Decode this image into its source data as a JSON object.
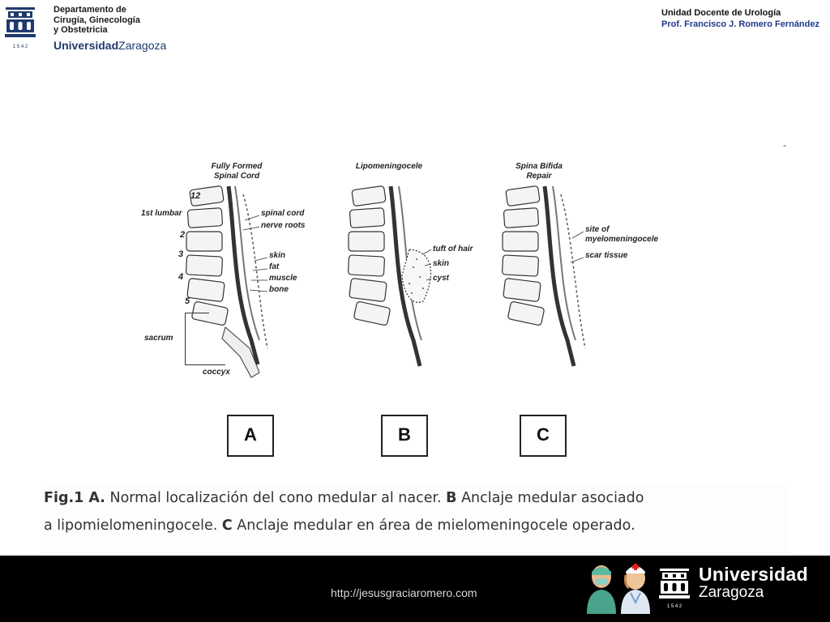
{
  "header": {
    "dept_lines": [
      "Departamento de",
      "Cirugía, Ginecología",
      "y Obstetricia"
    ],
    "university_bold": "Universidad",
    "university_rest": "Zaragoza",
    "unit_title": "Unidad Docente de Urología",
    "professor": "Prof. Francisco J.  Romero Fernández"
  },
  "dash": "-",
  "figure": {
    "panelA": {
      "title_lines": [
        "Fully Formed",
        "Spinal Cord"
      ],
      "vertebra_labels": [
        "12",
        "1st lumbar",
        "2",
        "3",
        "4",
        "5",
        "sacrum",
        "coccyx"
      ],
      "labels": [
        "spinal cord",
        "nerve roots",
        "skin",
        "fat",
        "muscle",
        "bone"
      ]
    },
    "panelB": {
      "title_lines": [
        "Lipomeningocele"
      ],
      "labels": [
        "tuft of hair",
        "skin",
        "cyst"
      ]
    },
    "panelC": {
      "title_lines": [
        "Spina Bifida",
        "Repair"
      ],
      "labels": [
        "site of",
        "myelomeningocele",
        "scar tissue"
      ]
    },
    "letters": [
      "A",
      "B",
      "C"
    ]
  },
  "caption": {
    "fig_label": "Fig.1 A.",
    "part1": " Normal localización del cono medular al nacer. ",
    "b_label": "B",
    "part2": " Anclaje medular asociado",
    "part3": "a lipomielomeningocele. ",
    "c_label": "C",
    "part4": " Anclaje medular en área de mielomeningocele operado."
  },
  "footer": {
    "url": "http://jesusgraciaromero.com",
    "uni_line1": "Universidad",
    "uni_line2": "Zaragoza",
    "crest_year": "1 5 4 2"
  },
  "colors": {
    "brand_blue": "#1f3a6e",
    "professor_blue": "#1f3a8a",
    "footer_bg": "#000000"
  }
}
